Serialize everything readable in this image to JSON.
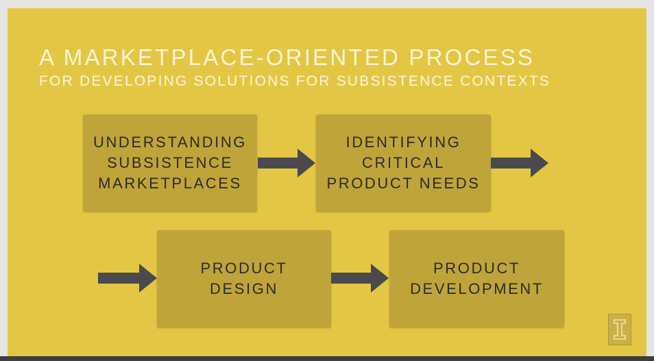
{
  "slide": {
    "title": "A MARKETPLACE-ORIENTED PROCESS",
    "subtitle": "FOR DEVELOPING SOLUTIONS FOR SUBSISTENCE CONTEXTS"
  },
  "steps": [
    {
      "label": "UNDERSTANDING\nSUBSISTENCE\nMARKETPLACES"
    },
    {
      "label": "IDENTIFYING\nCRITICAL\nPRODUCT NEEDS"
    },
    {
      "label": "PRODUCT\nDESIGN"
    },
    {
      "label": "PRODUCT\nDEVELOPMENT"
    }
  ],
  "colors": {
    "background": "#e3c744",
    "box": "#bfa43a",
    "arrow": "#4a4a4e",
    "title_text": "#faf4d8",
    "box_text": "#2c2c28"
  },
  "icons": {
    "logo": "university-block-i-icon"
  }
}
